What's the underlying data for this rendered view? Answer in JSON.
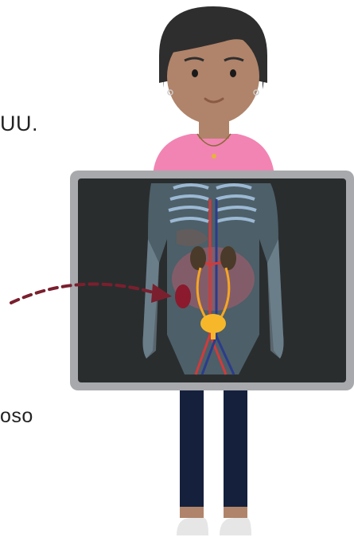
{
  "text_fragments": {
    "top": "UU.",
    "bottom": "oso"
  },
  "colors": {
    "skin": "#B0846A",
    "hair": "#2E2E2E",
    "shirt": "#F284B3",
    "pants": "#15203D",
    "shoes": "#E8E8E8",
    "frame": "#A7A9AC",
    "screen": "#2A2D2E",
    "kidney": "#4A3A2A",
    "highlighted_kidney": "#8B1A2E",
    "arrow": "#7A1F2E",
    "ureter": "#F6A623",
    "bladder": "#F6B82A",
    "artery": "#D23A3A",
    "vein": "#2B3C8C"
  },
  "icons": {
    "person": "person-figure",
    "xray": "xray-screen",
    "arrow": "dashed-arrow"
  }
}
